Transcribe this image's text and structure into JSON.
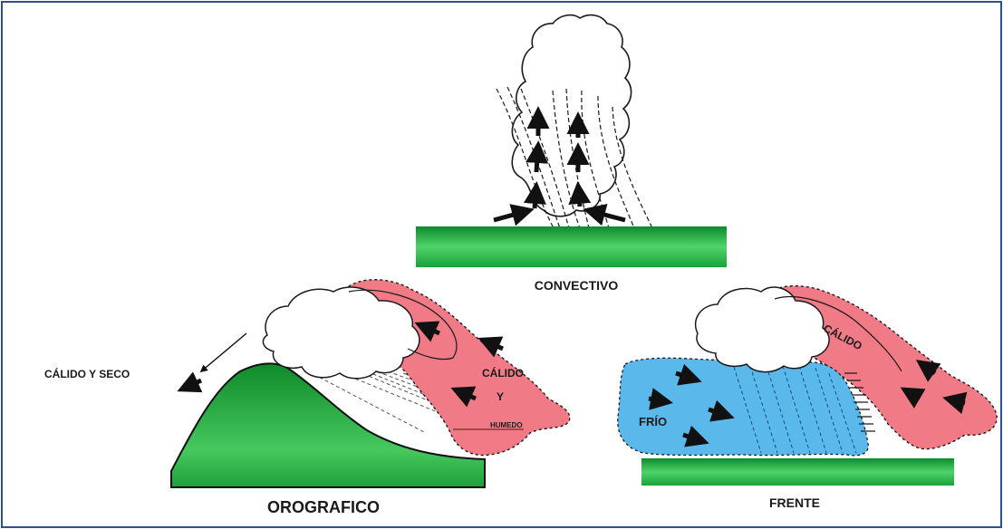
{
  "labels": {
    "convectivo": "CONVECTIVO",
    "orografico": "OROGRAFICO",
    "frente": "FRENTE",
    "calido_y_seco": "CÁLIDO Y SECO",
    "calido_orografico": "CÁLIDO",
    "y": "Y",
    "humedo": "HUMEDO",
    "calido_frente": "CÁLIDO",
    "frio": "FRÍO"
  },
  "colors": {
    "frame": "#2f4f8f",
    "ground_green": "#2db84a",
    "mountain_green": "#27a33e",
    "warm_air": "#f07b86",
    "cold_air": "#5bb8ea",
    "outline": "#1a1a1a"
  },
  "panels": [
    "convective",
    "orographic",
    "frontal"
  ]
}
